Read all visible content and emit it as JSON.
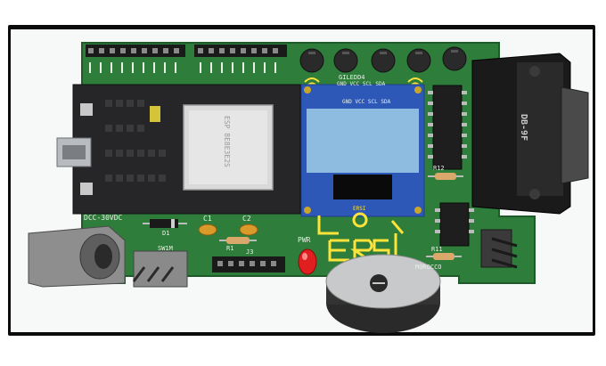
{
  "silkscreen": {
    "power_jack": "DCC-30VDC",
    "capacitor_1": "C1",
    "capacitor_2": "C2",
    "diode": "D1",
    "resistor": "R1",
    "power_led": "PWR",
    "header_j3": "J3",
    "oled_title": "GILEDD4",
    "oled_pins_top": "GND VCC SCL SDA",
    "oled_pins_screen": "GND VCC SCL SDA",
    "module_text": "ESP 8E8E3E2S",
    "resistor_12": "R12",
    "resistor_11": "R11",
    "country": "MOROCCO",
    "logo": "ERSI",
    "connector": "DB-9F",
    "switch": "SW1M"
  },
  "colors": {
    "pcb": "#2f7d3a",
    "pcb_edge": "#1f5a2a",
    "module": "#262628",
    "oled_blue": "#8ebbe0",
    "oled_frame": "#2e58b8",
    "led_red": "#e02020",
    "db9": "#1a1a1a",
    "silk": "#e8f0e6"
  }
}
